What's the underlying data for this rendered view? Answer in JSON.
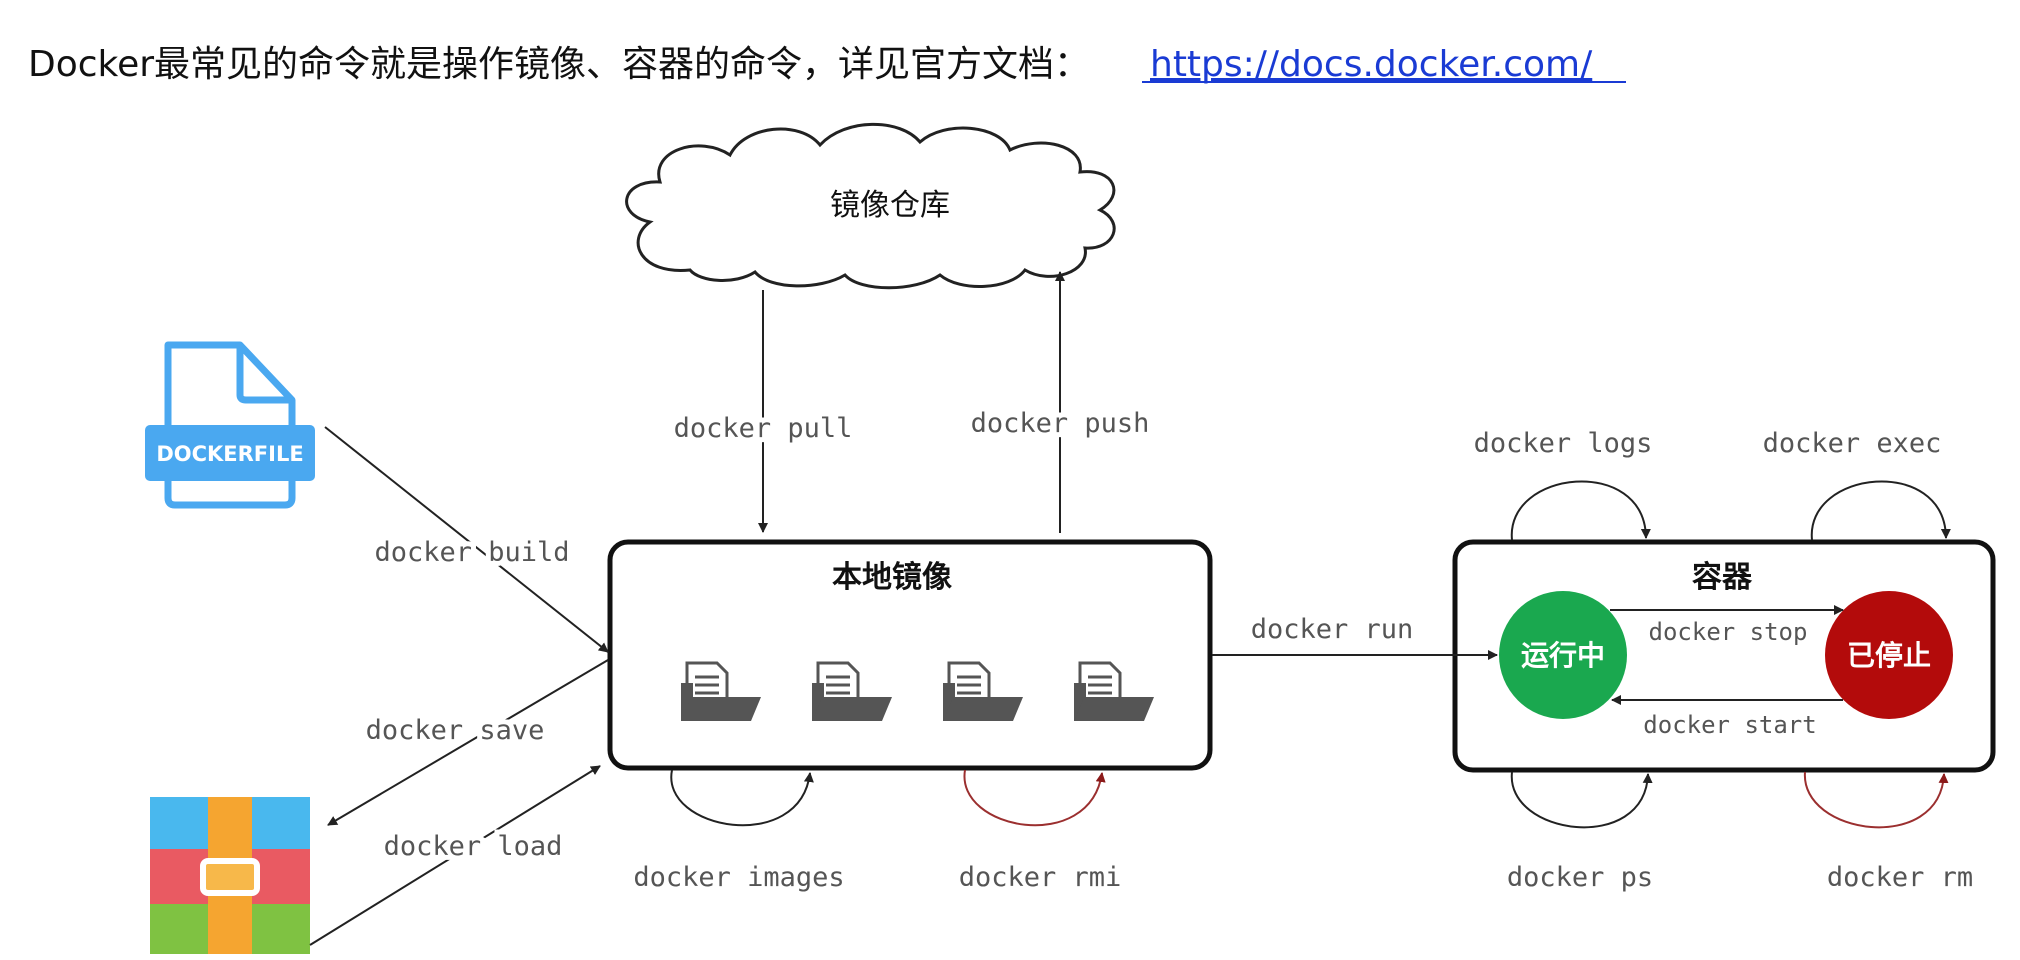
{
  "header": {
    "text": "Docker最常见的命令就是操作镜像、容器的命令，详见官方文档：",
    "link": "https://docs.docker.com/"
  },
  "nodes": {
    "registry": "镜像仓库",
    "local_images": "本地镜像",
    "container": "容器",
    "running": "运行中",
    "stopped": "已停止",
    "dockerfile": "DOCKERFILE"
  },
  "commands": {
    "pull": "docker pull",
    "push": "docker push",
    "build": "docker build",
    "save": "docker save",
    "load": "docker load",
    "images": "docker images",
    "rmi": "docker rmi",
    "run": "docker run",
    "logs": "docker logs",
    "exec": "docker exec",
    "stop": "docker stop",
    "start": "docker start",
    "ps": "docker ps",
    "rm": "docker rm"
  },
  "colors": {
    "running": "#1aa84f",
    "stopped": "#b30b0b",
    "dockerfile": "#4aa8f0",
    "link": "#1a3bd4",
    "removal_arrow": "#9b2f2f"
  }
}
